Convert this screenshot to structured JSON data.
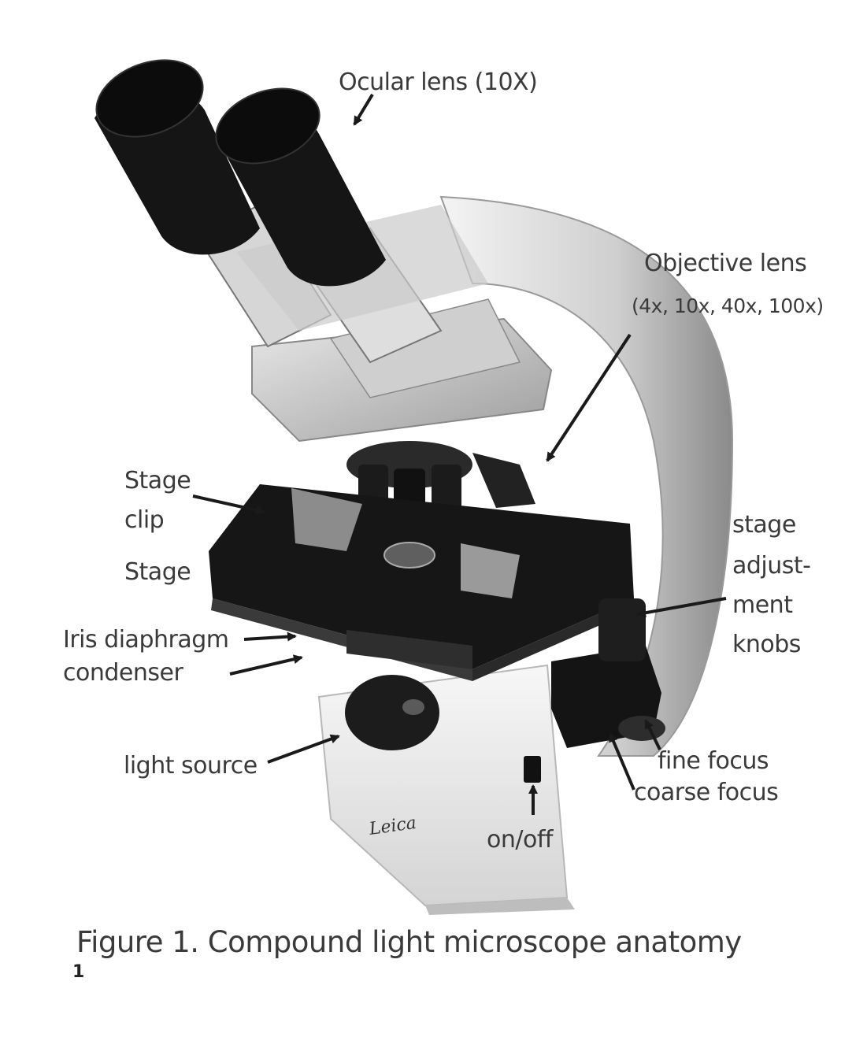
{
  "labels": {
    "ocular": "Ocular lens (10X)",
    "objective_line1": "Objective lens",
    "objective_line2": "(4x, 10x, 40x, 100x)",
    "stage_clip_line1": "Stage",
    "stage_clip_line2": "clip",
    "stage": "Stage",
    "stage_adj_line1": "stage",
    "stage_adj_line2": "adjust-",
    "stage_adj_line3": "ment",
    "stage_adj_line4": "knobs",
    "iris": "Iris diaphragm",
    "condenser": "condenser",
    "light_source": "light source",
    "fine_focus": "fine focus",
    "coarse_focus": "coarse focus",
    "on_off": "on/off",
    "brand": "Leica"
  },
  "caption": "Figure 1. Compound light microscope anatomy",
  "page_number": "1",
  "colors": {
    "label_text": "#3a3a3a",
    "arrow": "#1a1a1a",
    "microscope_body": "#d9d9d9",
    "microscope_dark": "#111111"
  }
}
